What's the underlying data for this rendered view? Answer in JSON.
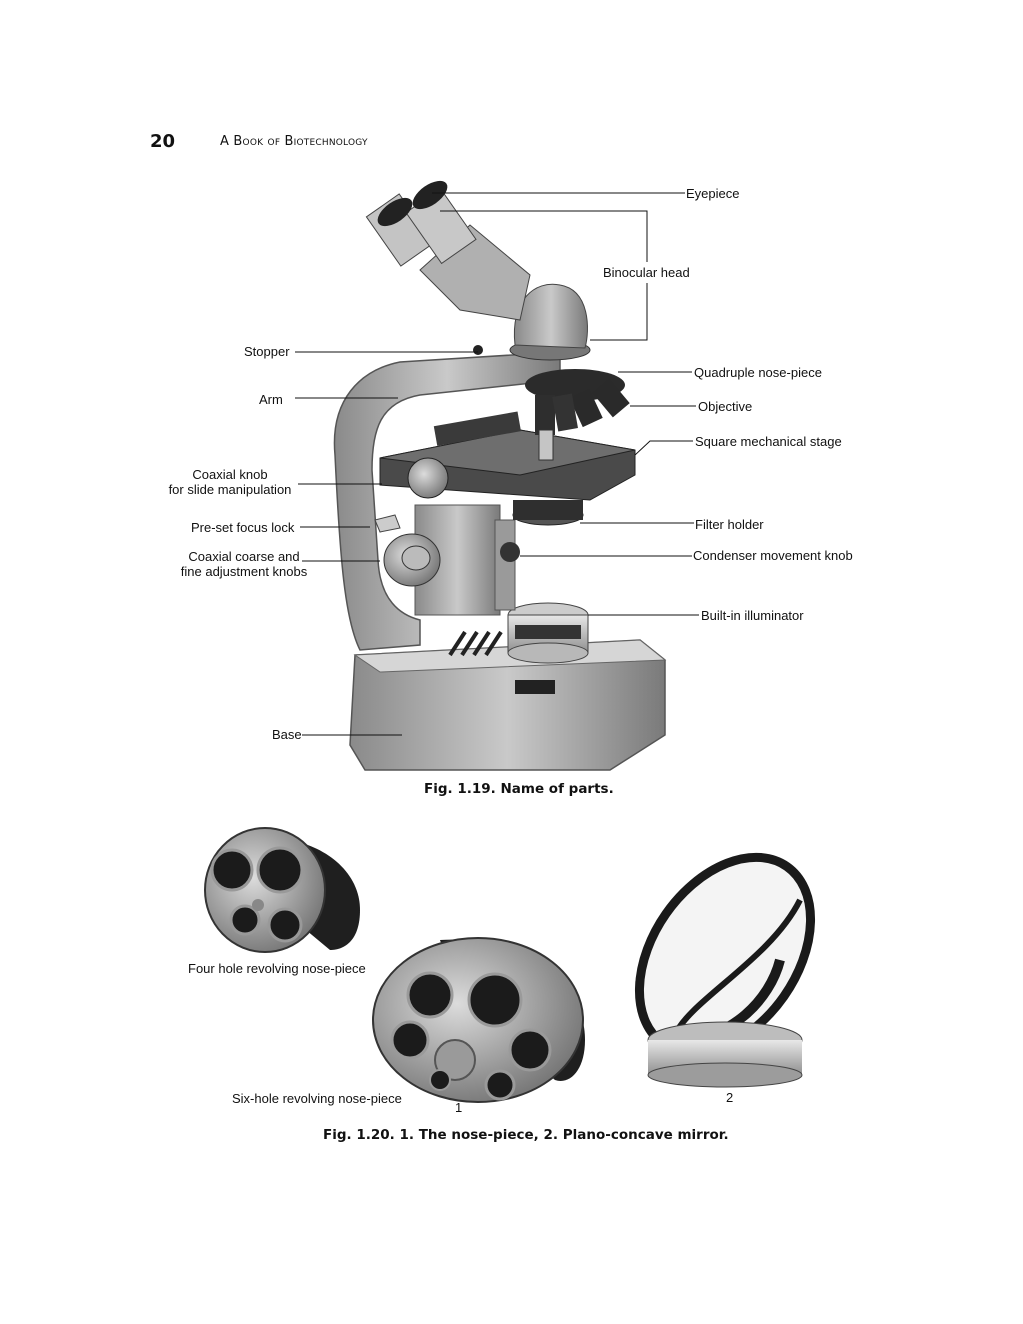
{
  "header": {
    "page_number": "20",
    "running_title": "A Book of Biotechnology"
  },
  "figure_119": {
    "labels": {
      "eyepiece": "Eyepiece",
      "binocular_head": "Binocular head",
      "stopper": "Stopper",
      "quadruple_nose_piece": "Quadruple nose-piece",
      "arm": "Arm",
      "objective": "Objective",
      "square_mechanical_stage": "Square mechanical stage",
      "coaxial_knob_line1": "Coaxial knob",
      "coaxial_knob_line2": "for slide manipulation",
      "filter_holder": "Filter holder",
      "preset_focus_lock": "Pre-set focus lock",
      "condenser_movement_knob": "Condenser movement knob",
      "coaxial_coarse_line1": "Coaxial coarse and",
      "coaxial_coarse_line2": "fine adjustment knobs",
      "built_in_illuminator": "Built-in illuminator",
      "base": "Base"
    },
    "caption": "Fig. 1.19. Name of parts."
  },
  "figure_120": {
    "labels": {
      "four_hole": "Four hole revolving nose-piece",
      "six_hole": "Six-hole revolving nose-piece",
      "item_1": "1",
      "item_2": "2"
    },
    "caption": "Fig. 1.20. 1. The nose-piece, 2. Plano-concave mirror."
  }
}
